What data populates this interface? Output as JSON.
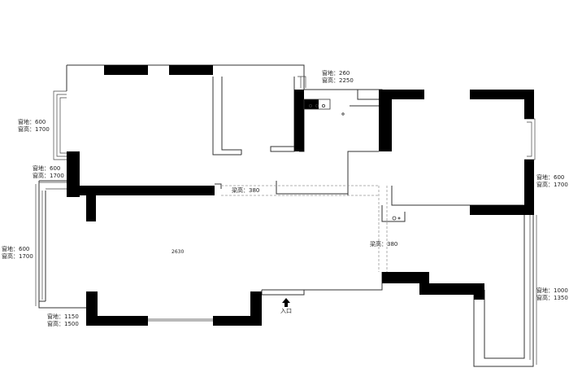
{
  "windows": [
    {
      "id": "w1",
      "sill": "窗地：600",
      "height": "窗高：1700"
    },
    {
      "id": "w2",
      "sill": "窗地：600",
      "height": "窗高：1700"
    },
    {
      "id": "w3",
      "sill": "窗地：600",
      "height": "窗高：1700"
    },
    {
      "id": "w4",
      "sill": "窗地：1150",
      "height": "窗高：1500"
    },
    {
      "id": "w5",
      "sill": "窗地：260",
      "height": "窗高：2250"
    },
    {
      "id": "w6",
      "sill": "窗地：600",
      "height": "窗高：1700"
    },
    {
      "id": "w7",
      "sill": "窗地：1000",
      "height": "窗高：1350"
    }
  ],
  "beams": [
    {
      "id": "b1",
      "text": "梁高：380"
    },
    {
      "id": "b2",
      "text": "梁高：380"
    }
  ],
  "dimension": "2630",
  "entrance": "入口",
  "colors": {
    "wall": "#000000",
    "line": "#333333",
    "beam": "#999999"
  }
}
